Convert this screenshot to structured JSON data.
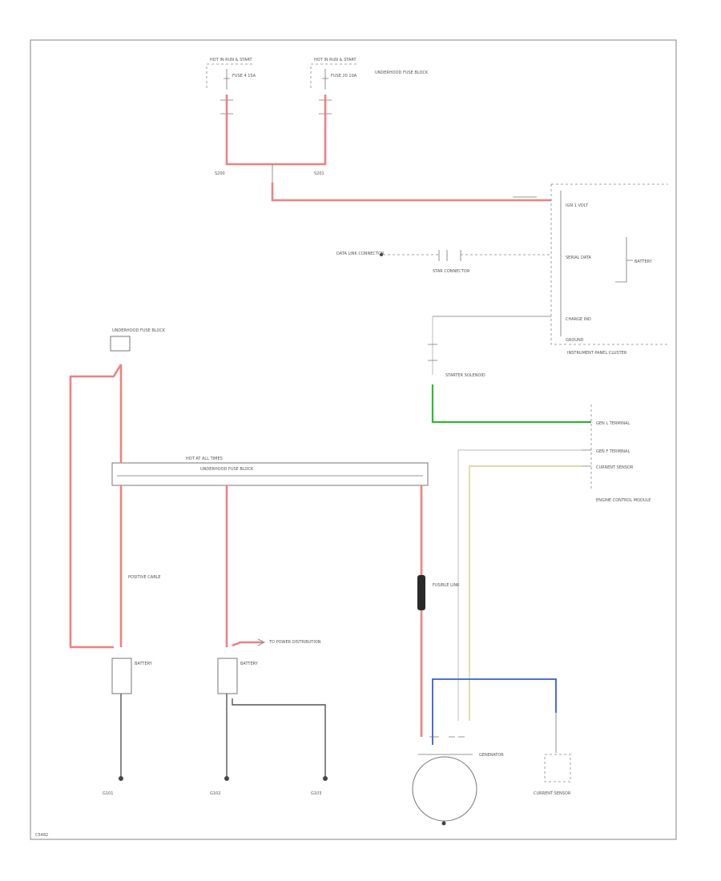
{
  "labels": {
    "fuse_left_header": "HOT IN RUN & START",
    "fuse_left": "FUSE 4 15A",
    "fuse_right_header": "HOT IN RUN & START",
    "fuse_right": "FUSE 20 10A",
    "fuse_block": "UNDERHOOD FUSE BLOCK",
    "splice_left": "S200",
    "splice_right": "S201",
    "ic_ign": "IGN 1 VOLT",
    "ic_serial": "SERIAL DATA",
    "ic_ground": "GROUND",
    "ic_battery": "BATTERY",
    "ic_charge": "CHARGE IND",
    "ic_name": "INSTRUMENT PANEL CLUSTER",
    "data_link": "DATA LINK CONNECTOR",
    "star": "STAR CONNECTOR",
    "ecm_gen_l": "GEN L TERMINAL",
    "ecm_gen_f": "GEN F TERMINAL",
    "ecm_current": "CURRENT SENSOR",
    "ecm_name": "ENGINE CONTROL MODULE",
    "starter_solenoid": "STARTER SOLENOID",
    "bus_label": "HOT AT ALL TIMES",
    "bus_sub": "UNDERHOOD FUSE BLOCK",
    "cable": "POSITIVE CABLE",
    "fusible": "FUSIBLE LINK",
    "battery_left": "BATTERY",
    "battery_mid": "BATTERY",
    "to_power": "TO POWER DISTRIBUTION",
    "generator": "GENERATOR",
    "current_sensor": "CURRENT SENSOR",
    "ground_g1": "G101",
    "ground_g2": "G102",
    "ground_g3": "G103",
    "page_code": "C5482"
  },
  "colors": {
    "red_wire": "#f08080",
    "green_wire": "#2bbd2b",
    "blue_wire": "#3a5bd9",
    "yellow_wire": "#d6cf86"
  }
}
